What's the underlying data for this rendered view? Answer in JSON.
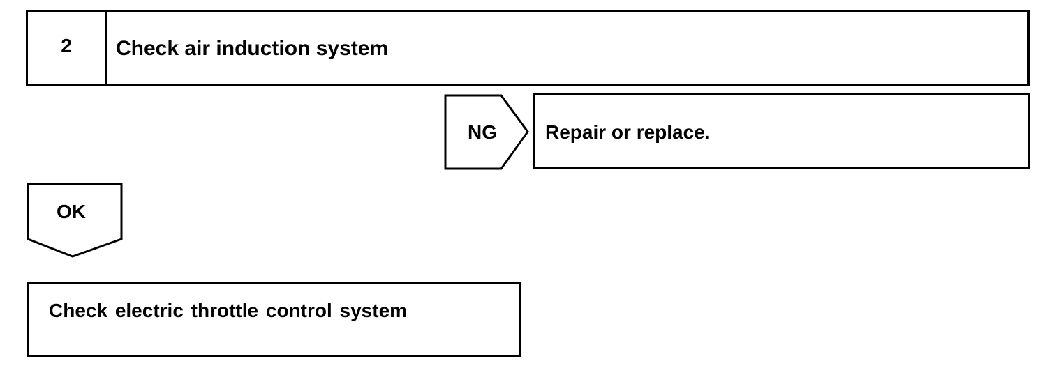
{
  "step": {
    "number": "2",
    "title": "Check air induction system"
  },
  "ng_branch": {
    "label": "NG",
    "result": "Repair or replace."
  },
  "ok_branch": {
    "label": "OK",
    "next_step": "Check electric throttle control system"
  }
}
